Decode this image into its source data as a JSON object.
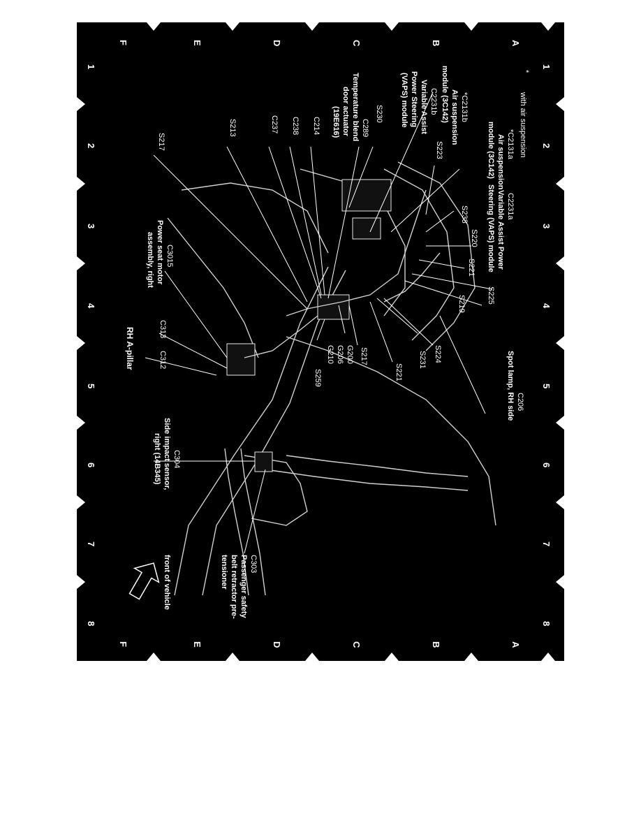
{
  "diagram": {
    "title": "RH A-pillar",
    "orientation_note": "front of vehicle",
    "footnote": "with air suspension",
    "footnote_marker": "*",
    "grid": {
      "numbers": [
        "1",
        "2",
        "3",
        "4",
        "5",
        "6",
        "7",
        "8"
      ],
      "letters": [
        "A",
        "B",
        "C",
        "D",
        "E",
        "F"
      ]
    },
    "labels": {
      "c2131a": "*C2131a",
      "c2131a_desc1": "Air suspension",
      "c2131a_desc2": "module (3C142)",
      "c2231a": "C2231a",
      "c2231a_desc1": "Variable Assist Power",
      "c2231a_desc2": "Steering (VAPS) module",
      "c2131b": "*C2131b",
      "c2131b_desc1": "Air suspension",
      "c2131b_desc2": "module (3C142)",
      "c2231b": "C2231b",
      "c2231b_desc1": "Variable Assist",
      "c2231b_desc2": "Power Steering",
      "c2231b_desc3": "(VAPS) module",
      "s230": "S230",
      "c289": "C289",
      "c289_desc1": "Temperature blend",
      "c289_desc2": "door actuator",
      "c289_desc3": "(19E616)",
      "c214": "C214",
      "c238": "C238",
      "c237": "C237",
      "s213": "S213",
      "s217_left": "S217",
      "s223": "S223",
      "s238": "S238",
      "s220": "S220",
      "s221_top": "S221",
      "s225": "S225",
      "s219": "S219",
      "s224": "S224",
      "s231": "S231",
      "s221_bottom": "S221",
      "s217_bottom": "S217",
      "g200": "G200",
      "g206": "G206",
      "g210": "G210",
      "s259": "S259",
      "c206": "C206",
      "c206_desc": "Spot lamp, RH side",
      "c3015": "C3015",
      "c3015_desc1": "Power seat motor",
      "c3015_desc2": "assembly, right",
      "c313": "C313",
      "c312": "C312",
      "c304": "C304",
      "c304_desc1": "Side impact sensor,",
      "c304_desc2": "right (14B345)",
      "c303": "C303",
      "c303_desc1": "Passenger safety",
      "c303_desc2": "belt retractor pre-",
      "c303_desc3": "tensioner"
    }
  }
}
